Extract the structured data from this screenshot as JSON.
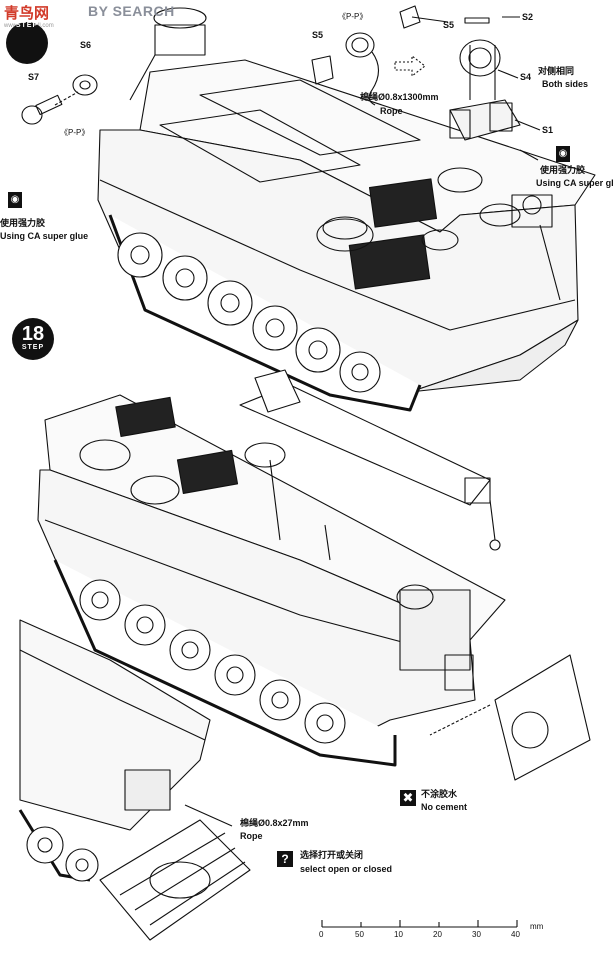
{
  "watermark": {
    "logo": "青鸟网",
    "search": "BY SEARCH",
    "url": "www.eightball.com"
  },
  "steps": [
    {
      "number": "",
      "word": "STEP"
    },
    {
      "number": "18",
      "word": "STEP"
    }
  ],
  "parts": {
    "s1": "S1",
    "s2": "S2",
    "s4": "S4",
    "s5a": "S5",
    "s5b": "S5",
    "s6": "S6",
    "s7": "S7"
  },
  "view_labels": {
    "pp_top": "《P-P》",
    "pp_left": "《P-P》"
  },
  "notes": {
    "both_sides_cn": "对侧相同",
    "both_sides_en": "Both sides",
    "rope1_cn": "棉绳Ø0.8x1300mm",
    "rope1_en": "Rope",
    "glue_right_cn": "使用强力胶",
    "glue_right_en": "Using CA super glue",
    "glue_left_cn": "使用强力胶",
    "glue_left_en": "Using CA super glue",
    "no_cement_cn": "不涂胶水",
    "no_cement_en": "No cement",
    "rope2_cn": "棉绳Ø0.8x27mm",
    "rope2_en": "Rope",
    "select_cn": "选择打开或关闭",
    "select_en": "select open or closed"
  },
  "scale_bar": {
    "ticks": [
      "0",
      "10",
      "20",
      "30",
      "40",
      "50"
    ],
    "unit": "mm"
  }
}
